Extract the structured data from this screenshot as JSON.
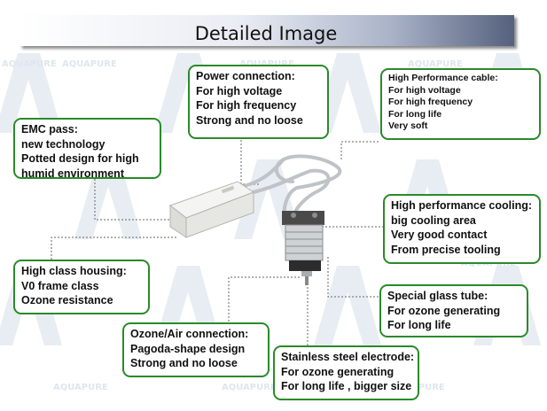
{
  "title": "Detailed Image",
  "watermark": "AQUAPURE",
  "callouts": {
    "power_connection": [
      "Power connection:",
      "For high voltage",
      "For high frequency",
      "Strong and no loose"
    ],
    "high_performance_cable": [
      "High Performance cable:",
      "For high voltage",
      "For high frequency",
      "For long life",
      "Very soft"
    ],
    "emc_pass": [
      "EMC pass:",
      "new technology",
      "Potted design for high",
      "humid environment"
    ],
    "high_performance_cooling": [
      "High performance cooling:",
      "big cooling area",
      "Very good contact",
      "From precise tooling"
    ],
    "high_class_housing": [
      "High class housing:",
      "V0  frame class",
      "Ozone resistance"
    ],
    "special_glass_tube": [
      "Special glass tube:",
      "For ozone generating",
      "For long life"
    ],
    "ozone_air_connection": [
      "Ozone/Air connection:",
      " Pagoda-shape design",
      "Strong and no loose"
    ],
    "stainless_steel_electrode": [
      "Stainless steel electrode:",
      "For ozone generating",
      "For long life , bigger size"
    ]
  },
  "colors": {
    "callout_border": "#2a8a2a",
    "leader_line": "#666666",
    "watermark": "#dfe6ee"
  }
}
